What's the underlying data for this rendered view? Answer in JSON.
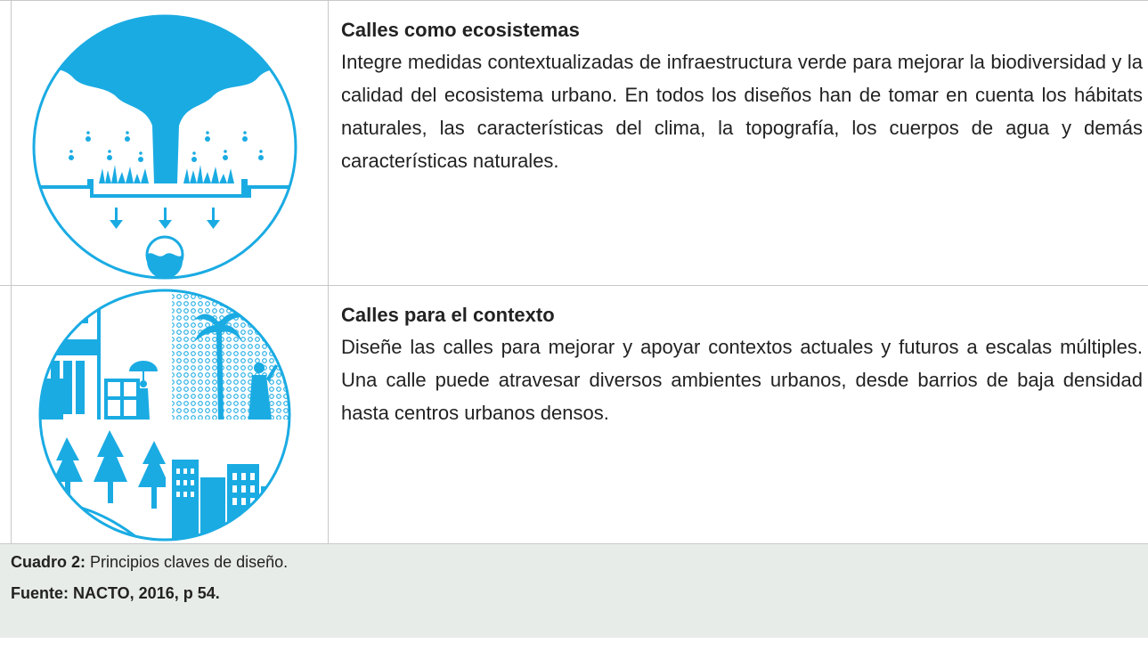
{
  "principles": [
    {
      "title": "Calles como ecosistemas",
      "body": "Integre medidas contextualizadas de infraestructura verde para mejorar la biodiversidad y la calidad del ecosistema urbano. En todos los diseños han de tomar en cuenta los hábitats naturales, las características del clima, la topografía, los cuerpos de agua y demás características naturales.",
      "icon": "ecosystem-street-icon"
    },
    {
      "title": "Calles para el contexto",
      "body": "Diseñe las calles para mejorar y apoyar contextos actuales y futuros a escalas múltiples. Una calle puede atravesar diversos ambientes urbanos, desde barrios de baja densidad hasta centros urbanos densos.",
      "icon": "context-street-icon"
    }
  ],
  "caption": {
    "label": "Cuadro 2:",
    "text": " Principios claves de diseño.",
    "source": "Fuente: NACTO, 2016, p 54."
  },
  "colors": {
    "accent": "#1aabe3",
    "caption_bg": "#e8ece8",
    "border": "#c8c8c8"
  }
}
